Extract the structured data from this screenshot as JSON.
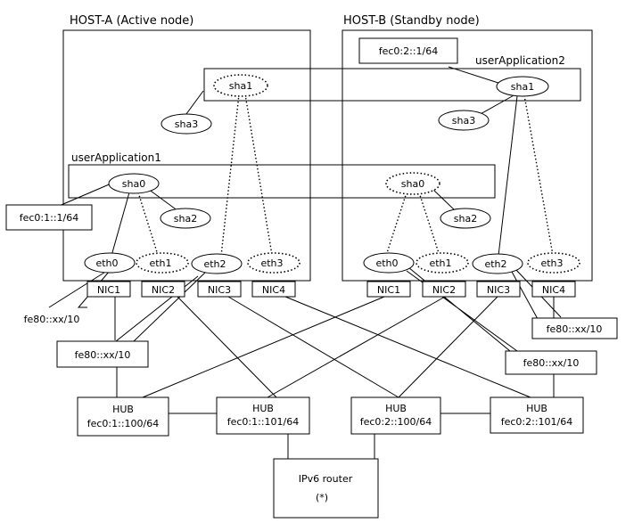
{
  "host_a": {
    "title": "HOST-A (Active node)",
    "user_app": "userApplication1",
    "sha1": "sha1",
    "sha3": "sha3",
    "sha0": "sha0",
    "sha2": "sha2",
    "eth0": "eth0",
    "eth1": "eth1",
    "eth2": "eth2",
    "eth3": "eth3",
    "nic1": "NIC1",
    "nic2": "NIC2",
    "nic3": "NIC3",
    "nic4": "NIC4",
    "addr_sha0": "fec0:1::1/64",
    "addr_eth0": "fe80::xx/10",
    "addr_eth2": "fe80::xx/10"
  },
  "host_b": {
    "title": "HOST-B (Standby node)",
    "user_app": "userApplication2",
    "sha1": "sha1",
    "sha3": "sha3",
    "sha0": "sha0",
    "sha2": "sha2",
    "eth0": "eth0",
    "eth1": "eth1",
    "eth2": "eth2",
    "eth3": "eth3",
    "nic1": "NIC1",
    "nic2": "NIC2",
    "nic3": "NIC3",
    "nic4": "NIC4",
    "addr_sha1": "fec0:2::1/64",
    "addr_eth2": "fe80::xx/10",
    "addr_eth0": "fe80::xx/10"
  },
  "hubs": [
    {
      "label": "HUB",
      "addr": "fec0:1::100/64"
    },
    {
      "label": "HUB",
      "addr": "fec0:1::101/64"
    },
    {
      "label": "HUB",
      "addr": "fec0:2::100/64"
    },
    {
      "label": "HUB",
      "addr": "fec0:2::101/64"
    }
  ],
  "router": {
    "label": "IPv6 router",
    "note": "(*)"
  }
}
